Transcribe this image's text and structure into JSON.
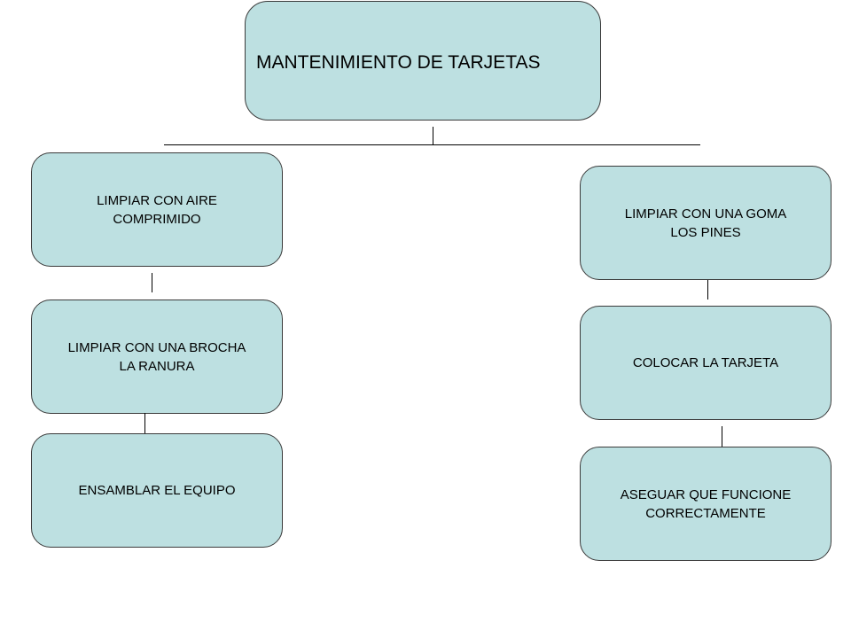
{
  "diagram": {
    "root": "MANTENIMIENTO DE TARJETAS",
    "left_branch": [
      "LIMPIAR CON AIRE\nCOMPRIMIDO",
      "LIMPIAR CON UNA BROCHA\nLA RANURA",
      "ENSAMBLAR EL EQUIPO"
    ],
    "right_branch": [
      "LIMPIAR CON UNA GOMA\nLOS PINES",
      "COLOCAR LA TARJETA",
      "ASEGUAR QUE FUNCIONE\nCORRECTAMENTE"
    ]
  },
  "colors": {
    "box_fill": "#bde0e1",
    "box_border": "#3a3a3a",
    "connector": "#000000",
    "background": "#ffffff"
  }
}
